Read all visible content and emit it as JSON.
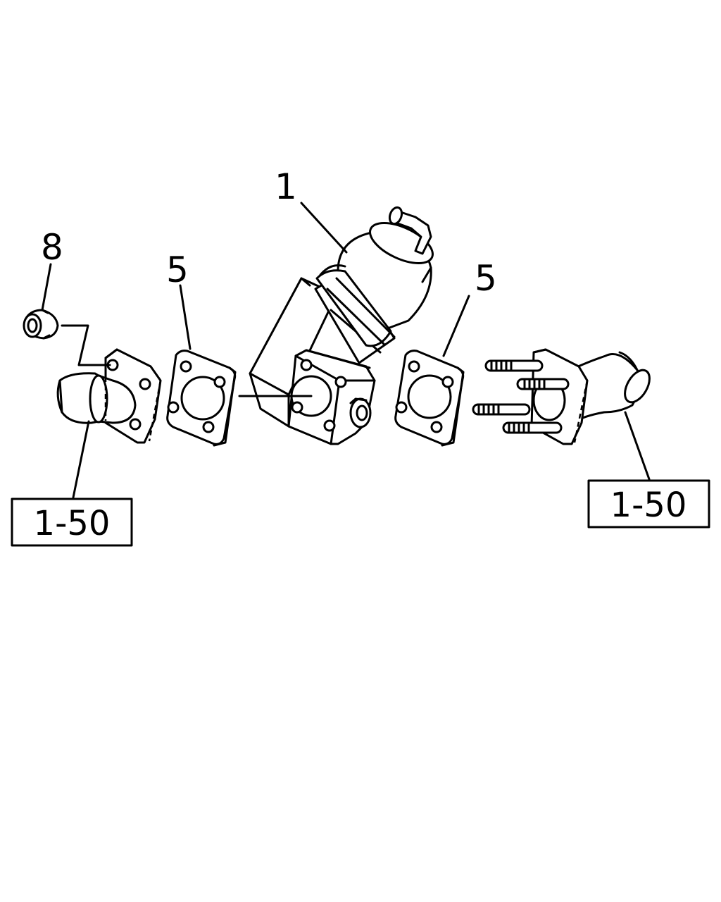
{
  "callouts": {
    "valve": "1",
    "gasket_left": "5",
    "gasket_right": "5",
    "nut": "8"
  },
  "references": {
    "left": "1-50",
    "right": "1-50"
  },
  "colors": {
    "line": "#000000",
    "background": "#ffffff"
  }
}
